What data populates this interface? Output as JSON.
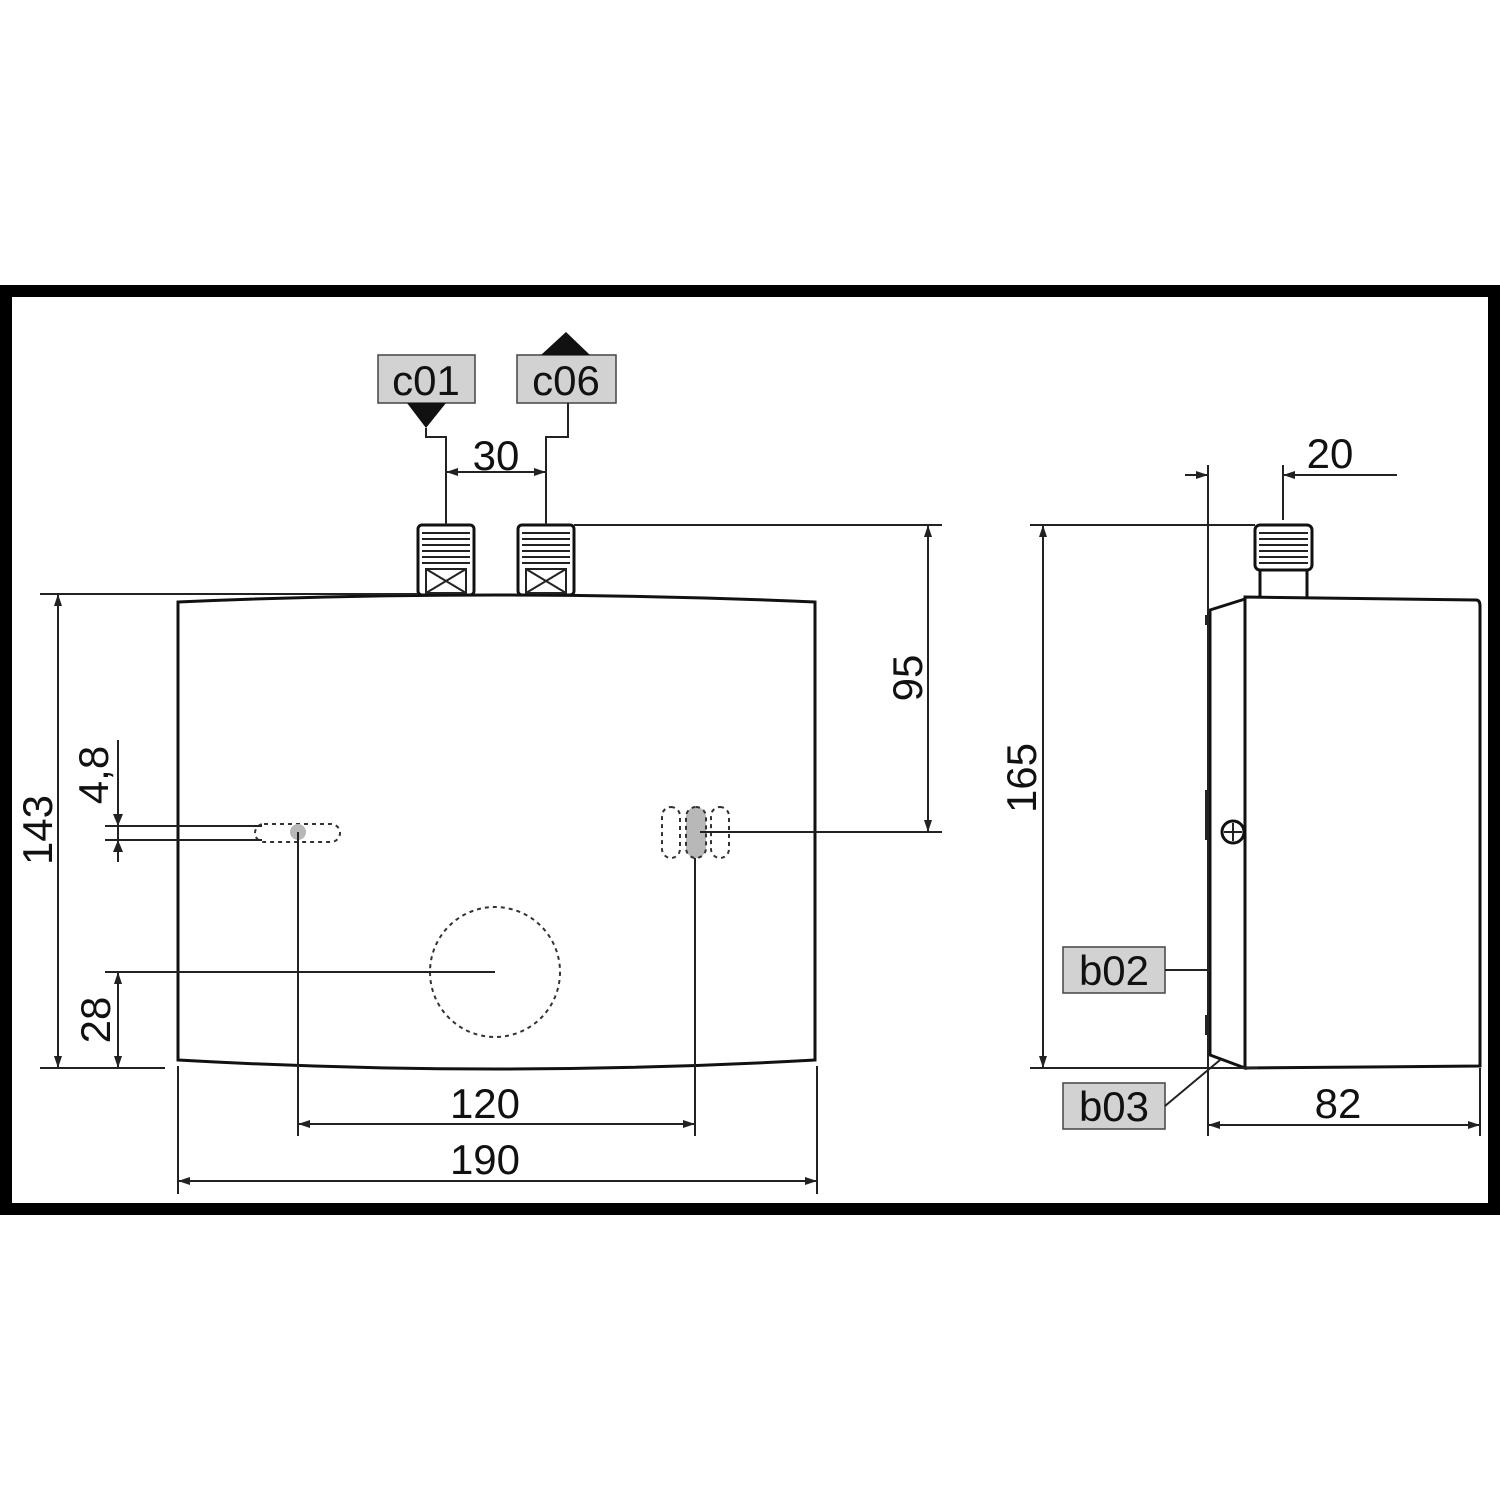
{
  "labels": {
    "c01": "c01",
    "c06": "c06",
    "b02": "b02",
    "b03": "b03"
  },
  "dimensions": {
    "connection_spacing": "30",
    "connection_height": "95",
    "height_front": "143",
    "slot_height": "4,8",
    "bottom_offset": "28",
    "hole_spacing": "120",
    "width": "190",
    "connection_depth": "20",
    "height_side": "165",
    "depth": "82"
  },
  "colors": {
    "label_fill": "#d2d2d2",
    "frame": "#000000",
    "marker": "#b8b8b8"
  }
}
